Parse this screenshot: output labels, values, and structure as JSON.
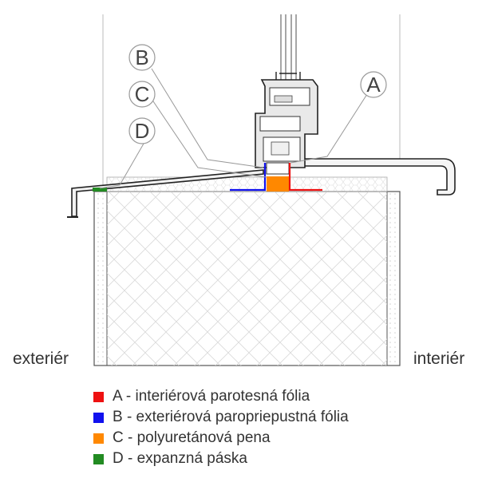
{
  "labels": {
    "exterior": "exteriér",
    "interior": "interiér"
  },
  "callouts": {
    "a": "A",
    "b": "B",
    "c": "C",
    "d": "D"
  },
  "legend": {
    "items": [
      {
        "text": "A - interiérová parotesná fólia",
        "color": "#ee1111"
      },
      {
        "text": "B - exteriérová paropriepustná fólia",
        "color": "#1111ee"
      },
      {
        "text": "C - polyuretánová pena",
        "color": "#ff8800"
      },
      {
        "text": "D - expanzná páska",
        "color": "#228b22"
      }
    ]
  },
  "colors": {
    "line": "#222222",
    "thin_line": "#999999",
    "fill": "#e6e6e6"
  }
}
